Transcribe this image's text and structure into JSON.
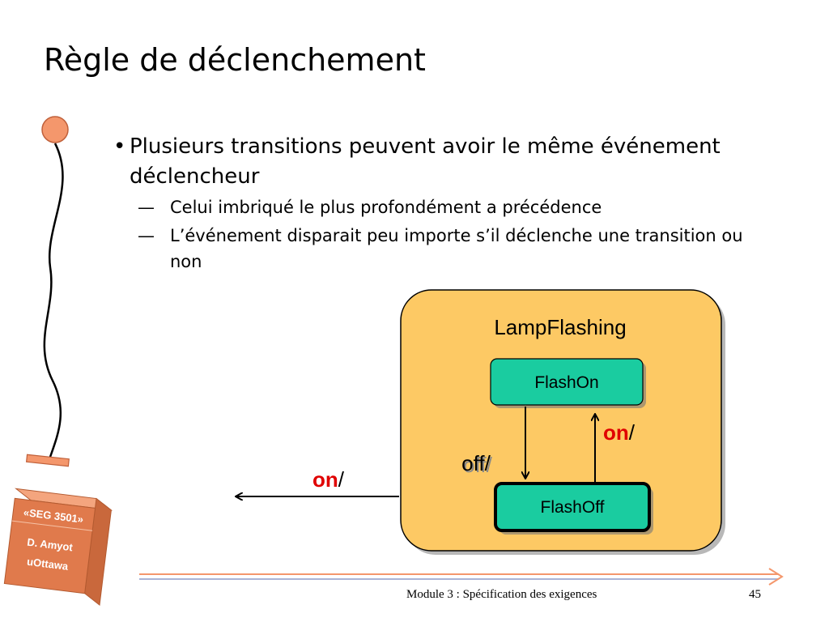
{
  "slide": {
    "title": "Règle de déclenchement",
    "bullets": [
      {
        "text": "Plusieurs transitions peuvent avoir le même événement déclencheur",
        "sub": [
          "Celui imbriqué le plus profondément a précédence",
          "L’événement disparait peu importe s’il déclenche une transition ou non"
        ]
      }
    ]
  },
  "diagram": {
    "composite_state": "LampFlashing",
    "state_on": "FlashOn",
    "state_off": "FlashOff",
    "label_off": "off/",
    "label_inner_on_event": "on",
    "label_inner_on_slash": "/",
    "label_outer_on_event": "on",
    "label_outer_on_slash": "/",
    "colors": {
      "composite_fill": "#fdc964",
      "state_fill": "#1acca0",
      "event_red": "#e00000"
    }
  },
  "badge": {
    "line1": "«SEG 3501»",
    "line2": "D. Amyot",
    "line3": "uOttawa"
  },
  "footer": {
    "text": "Module 3 : Spécification des exigences",
    "page": "45"
  }
}
